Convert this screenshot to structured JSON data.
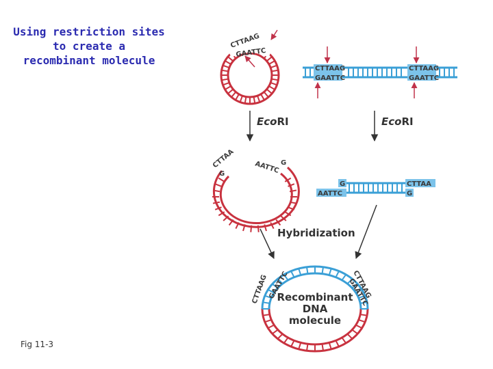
{
  "title": {
    "lines": [
      "Using restriction sites",
      "to create a",
      "recombinant molecule"
    ]
  },
  "figure_label": "Fig 11-3",
  "enzyme_left": "EcoRI",
  "enzyme_right": "EcoRI",
  "hybridization_label": "Hybridization",
  "product_label": [
    "Recombinant",
    "DNA",
    "molecule"
  ],
  "sites": {
    "top": "CTTAAG",
    "bottom": "GAATTC",
    "sticky_top": "CTTAA",
    "sticky_bottom": "AATTC",
    "g": "G"
  },
  "colors": {
    "plasmid": "#c8323f",
    "insert": "#3a9fd6",
    "arrow": "#c0324a",
    "title": "#2b2bb0"
  }
}
